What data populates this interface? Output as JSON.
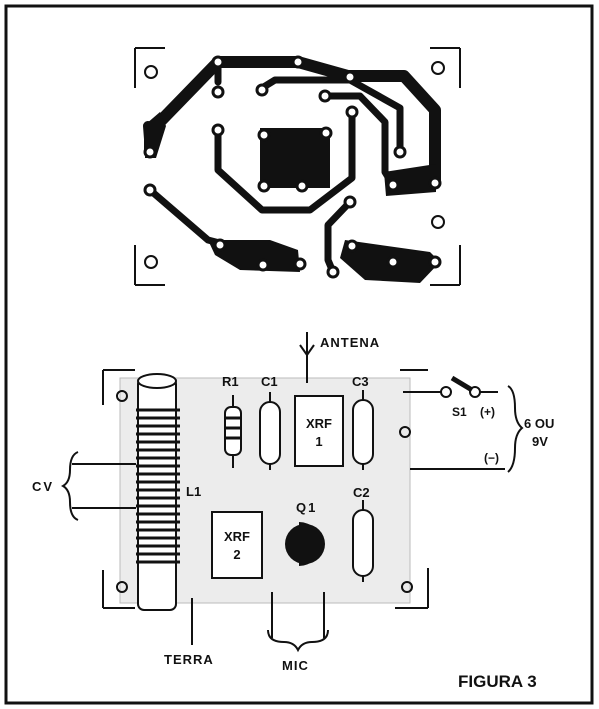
{
  "figure": {
    "caption": "FIGURA 3",
    "ink_color": "#111111",
    "paper_color": "#ffffff",
    "board_color": "#ececec"
  },
  "labels": {
    "antenna": "ANTENA",
    "r1": "R1",
    "c1": "C1",
    "c3": "C3",
    "c2": "C2",
    "xrf1_line1": "XRF",
    "xrf1_line2": "1",
    "xrf2_line1": "XRF",
    "xrf2_line2": "2",
    "q1": "Q1",
    "l1": "L1",
    "cv": "CV",
    "s1": "S1",
    "plus": "(+)",
    "minus": "(−)",
    "battery_line1": "6 OU",
    "battery_line2": "9V",
    "ground": "TERRA",
    "mic": "MIC"
  }
}
